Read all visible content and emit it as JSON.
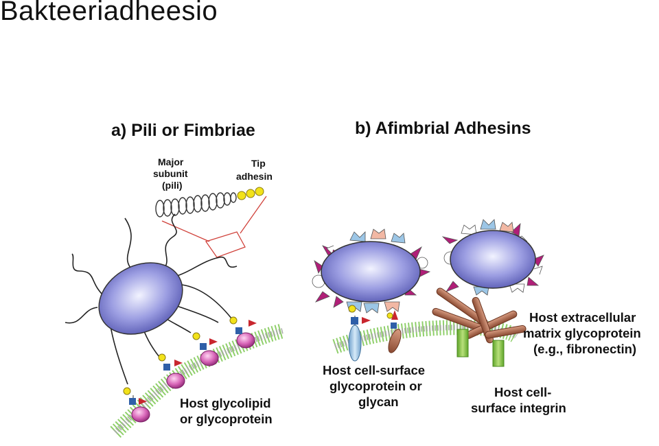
{
  "slide": {
    "title": "Bakteeriadheesio"
  },
  "panel_a": {
    "title": "a) Pili or Fimbriae",
    "major_subunit_lines": [
      "Major",
      "subunit",
      "(pili)"
    ],
    "tip_adhesin_lines": [
      "Tip",
      "adhesin"
    ],
    "host_label_lines": [
      "Host glycolipid",
      "or glycoprotein"
    ]
  },
  "panel_b": {
    "title": "b) Afimbrial Adhesins",
    "cell_surface_lines": [
      "Host cell-surface",
      "glycoprotein or",
      "glycan"
    ],
    "ecm_lines": [
      "Host extracellular",
      "matrix glycoprotein",
      "(e.g., fibronectin)"
    ],
    "integrin_lines": [
      "Host cell-",
      "surface integrin"
    ]
  },
  "colors": {
    "bacterium": "#9a9ce0",
    "membrane": "#8fcf6a",
    "receptor": "#d866b8",
    "sugar_yellow": "#f2e21a",
    "sugar_blue": "#2f5fa8",
    "sugar_red": "#c8262e",
    "adhesin_blue": "#9cc6e6",
    "adhesin_magenta": "#b01f78",
    "adhesin_pink": "#f2b8a4",
    "integrin": "#8cc63c",
    "fibronectin": "#b27358",
    "pilus_box": "#d0413a"
  }
}
